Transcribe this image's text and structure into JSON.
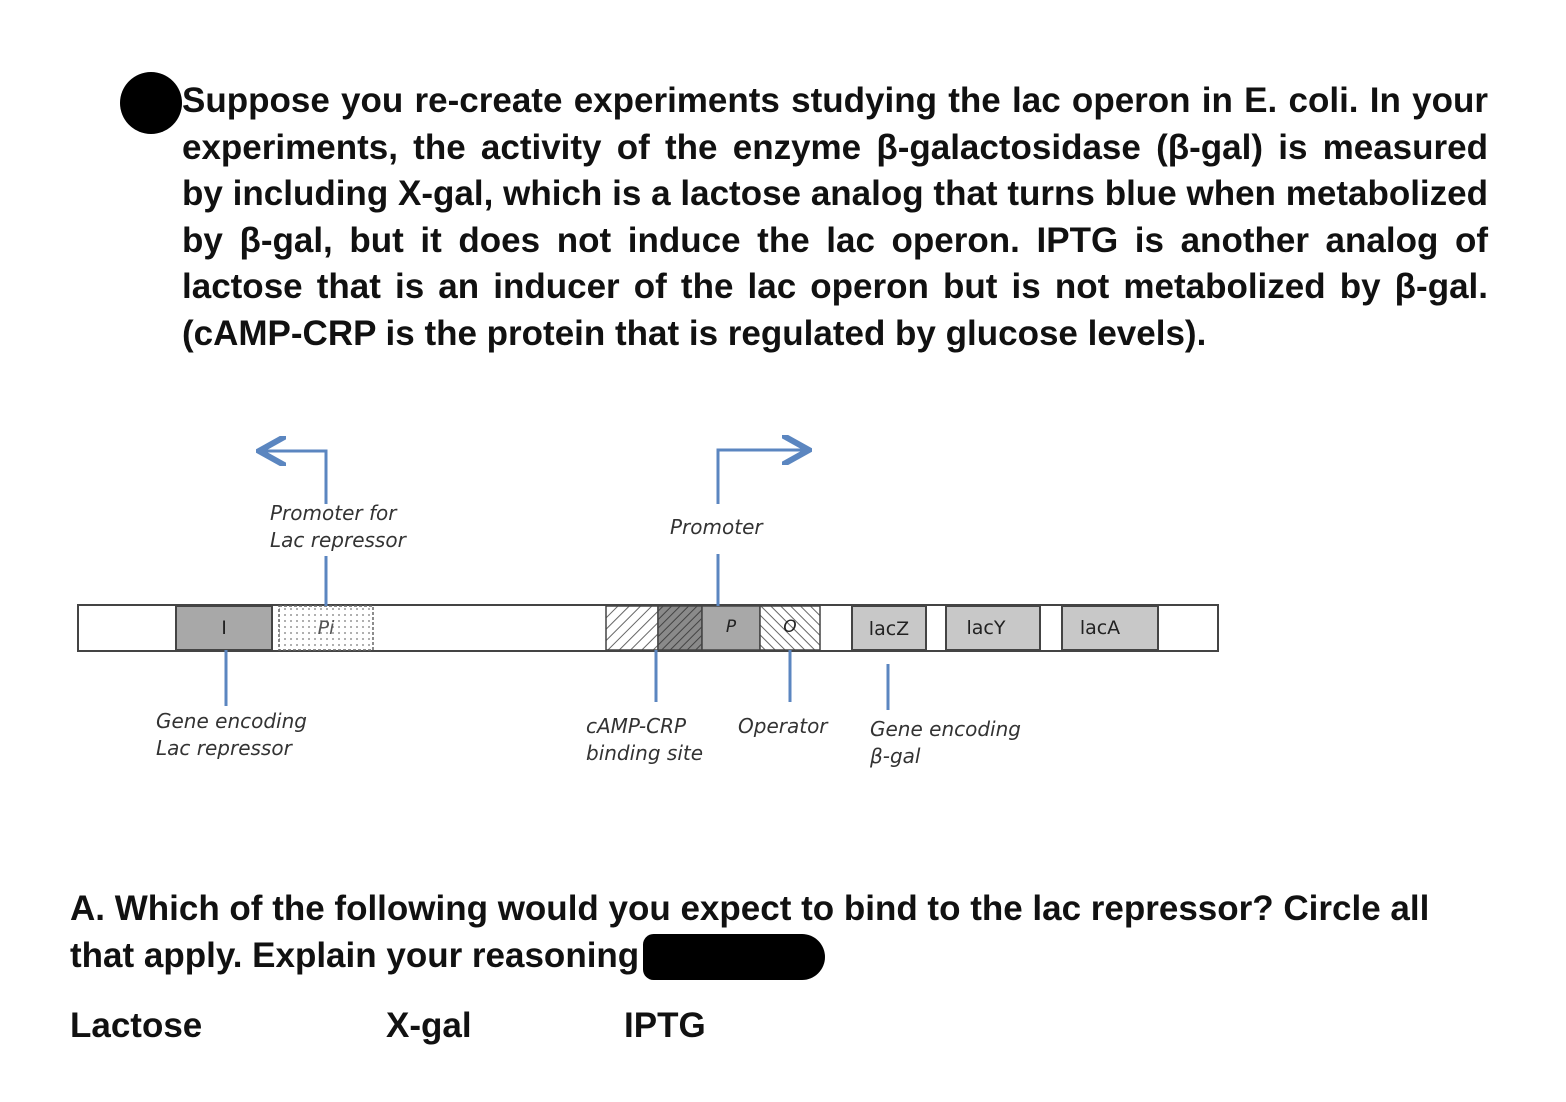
{
  "question": {
    "intro": "Suppose you re-create experiments studying the lac operon in E. coli. In your experiments, the activity of the enzyme β-galactosidase (β-gal) is measured by including X-gal, which is a lactose analog that turns blue when metabolized by β-gal, but it does not induce the lac operon. IPTG is another analog of lactose that is an inducer of the lac operon but is not metabolized by β-gal. (cAMP-CRP is the protein that is regulated by glucose levels).",
    "part_a": "A. Which of the following would you expect to bind to the lac repressor? Circle all that apply. Explain your reasoning",
    "choices": [
      "Lactose",
      "X-gal",
      "IPTG"
    ]
  },
  "diagram": {
    "labels": {
      "promoter_for_repressor": "Promoter for\nLac repressor",
      "promoter": "Promoter",
      "gene_encoding_repressor": "Gene encoding\nLac repressor",
      "camp_crp_site": "cAMP-CRP\nbinding site",
      "operator": "Operator",
      "gene_encoding_bgal": "Gene encoding\nβ-gal"
    },
    "segments": {
      "i_gene": "I",
      "pi": "Pi",
      "p": "P",
      "o": "O",
      "lacZ": "lacZ",
      "lacY": "lacY",
      "lacA": "lacA"
    },
    "colors": {
      "arrow": "#5b86c0",
      "gene_gray": "#a8a8a8",
      "gene_light": "#c8c8c8",
      "outline": "#444444"
    }
  }
}
